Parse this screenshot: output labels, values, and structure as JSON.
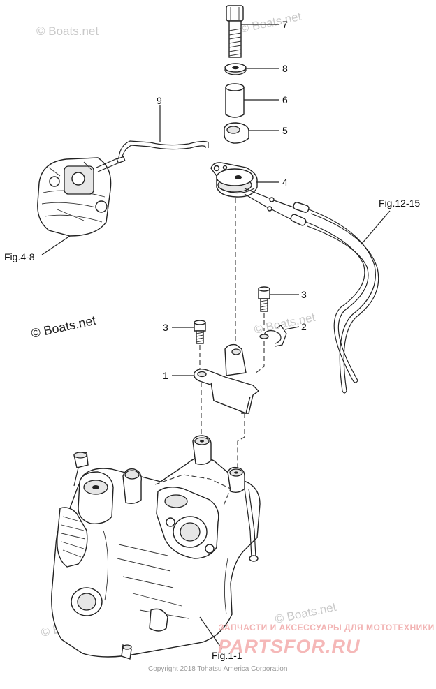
{
  "watermarks": {
    "boats_small": "© Boats.net",
    "boats_large": "© Boats.net"
  },
  "callouts": {
    "c7": "7",
    "c8": "8",
    "c6": "6",
    "c5": "5",
    "c4": "4",
    "c9": "9",
    "c3a": "3",
    "c3b": "3",
    "c2": "2",
    "c1": "1"
  },
  "figure_refs": {
    "fig_4_8": "Fig.4-8",
    "fig_12_15": "Fig.12-15",
    "fig_1_1": "Fig.1-1"
  },
  "footer": {
    "copyright": "Copyright 2018 Tohatsu America Corporation",
    "ru_tagline": "ЗАПЧАСТИ И АКСЕССУАРЫ ДЛЯ МОТОТЕХНИКИ",
    "ru_logo": "PARTSFOR.RU"
  }
}
